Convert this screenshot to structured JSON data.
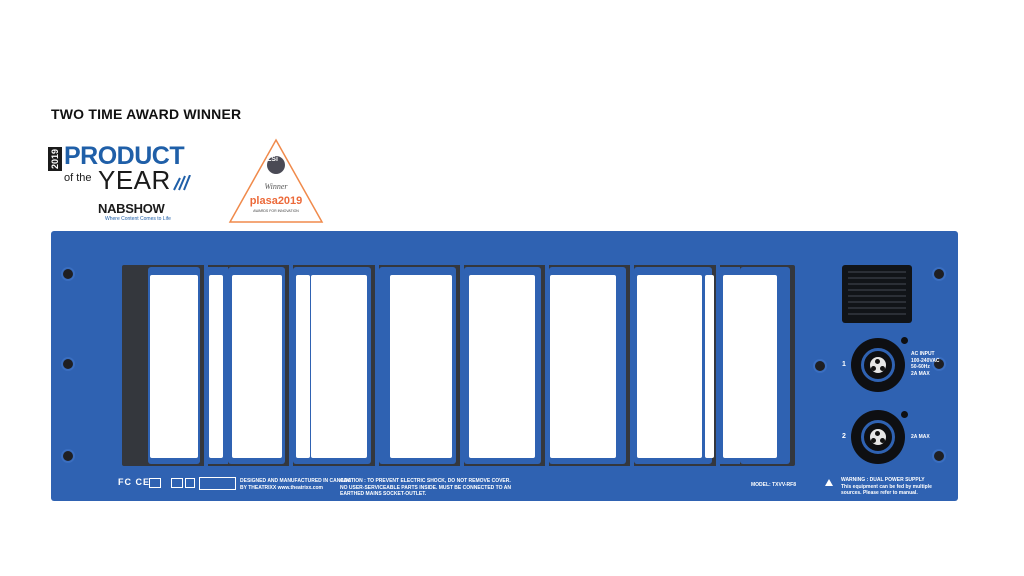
{
  "heading": "TWO TIME AWARD WINNER",
  "nab_award": {
    "year": "2019",
    "line1": "PRODUCT",
    "line2_small": "of the",
    "line2_big": "YEAR",
    "show": "NABSHOW",
    "tagline": "Where Content Comes to Life"
  },
  "plasa_award": {
    "badge": "LSi",
    "winner": "Winner",
    "name": "plasa2019",
    "subtitle": "AWARDS FOR INNOVATION"
  },
  "panel": {
    "color": "#2f62b2",
    "input1_number": "1",
    "input1_spec": "AC INPUT\n100-240VAC\n50-60Hz\n2A MAX",
    "input2_number": "2",
    "input2_spec": "2A MAX",
    "compliance_marks": "FC CE",
    "designed_text": "DESIGNED AND MANUFACTURED IN CANADA\nBY THEATRIXX  www.theatrixx.com",
    "caution_text": "CAUTION : TO PREVENT ELECTRIC SHOCK, DO NOT REMOVE COVER.\nNO USER-SERVICEABLE PARTS INSIDE. MUST BE CONNECTED TO AN\nEARTHED MAINS SOCKET-OUTLET.",
    "model_text": "MODEL: TXVV-RF8",
    "warning_text": "WARNING : DUAL POWER SUPPLY\nThis equipment can be fed by multiple\nsources. Please refer to manual."
  }
}
